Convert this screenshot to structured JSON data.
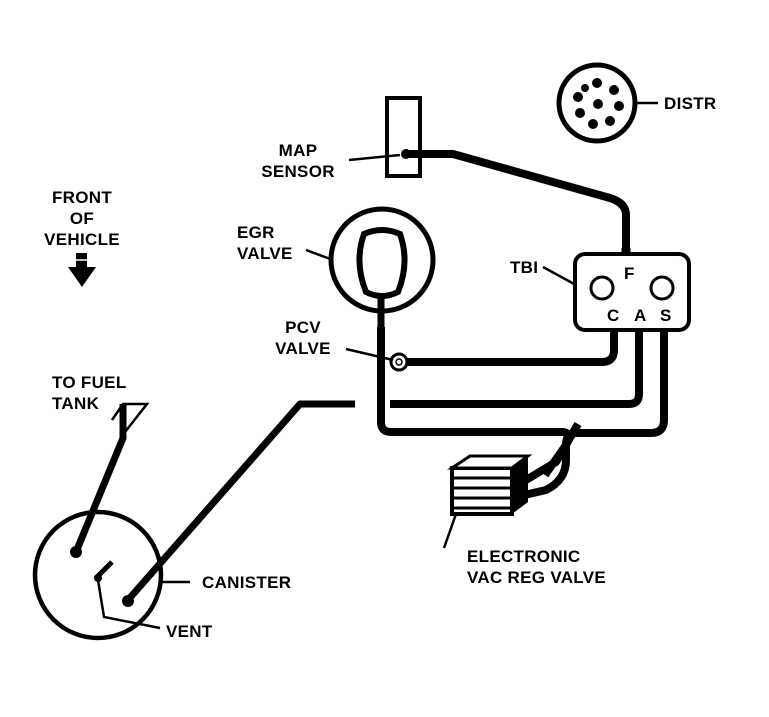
{
  "labels": {
    "distr": "DISTR",
    "map_line1": "MAP",
    "map_line2": "SENSOR",
    "front_line1": "FRONT",
    "front_line2": "OF",
    "front_line3": "VEHICLE",
    "egr_line1": "EGR",
    "egr_line2": "VALVE",
    "tbi": "TBI",
    "tbi_port_f": "F",
    "tbi_port_c": "C",
    "tbi_port_a": "A",
    "tbi_port_s": "S",
    "pcv_line1": "PCV",
    "pcv_line2": "VALVE",
    "fuel_line1": "TO FUEL",
    "fuel_line2": "TANK",
    "canister": "CANISTER",
    "vent": "VENT",
    "evrv_line1": "ELECTRONIC",
    "evrv_line2": "VAC REG VALVE"
  },
  "colors": {
    "ink": "#000000",
    "paper": "#ffffff"
  },
  "icons": {
    "front_arrow": "down-arrow-icon"
  }
}
